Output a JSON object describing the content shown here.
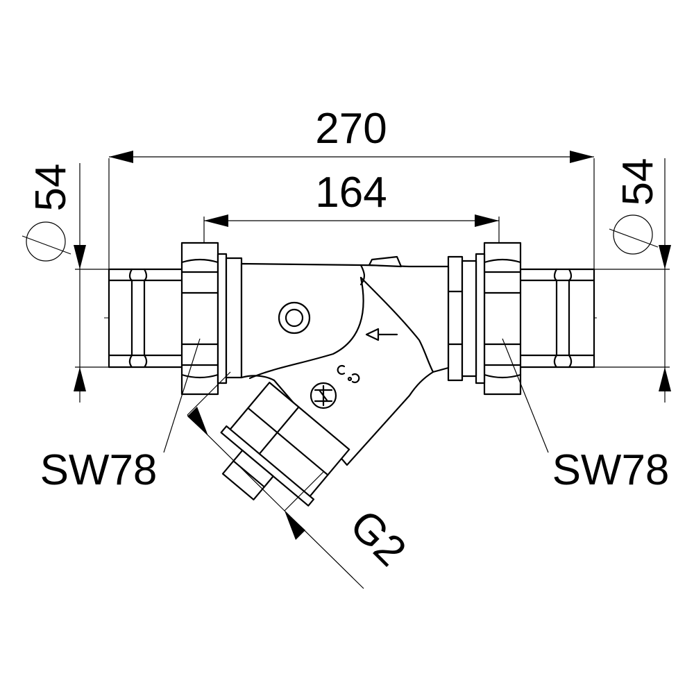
{
  "dimensions": {
    "overall_length": "270",
    "body_length": "164",
    "left_pipe_diameter": "54",
    "right_pipe_diameter": "54",
    "left_wrench_size": "SW78",
    "right_wrench_size": "SW78",
    "drain_thread": "G2"
  },
  "colors": {
    "line": "#000000",
    "background": "#ffffff"
  },
  "icons": {
    "flow_arrow": "arrow-left-icon",
    "approval_mark": "dvgw-mark-icon",
    "certification_mark": "certification-logo-icon",
    "diameter_symbol": "diameter-icon"
  }
}
